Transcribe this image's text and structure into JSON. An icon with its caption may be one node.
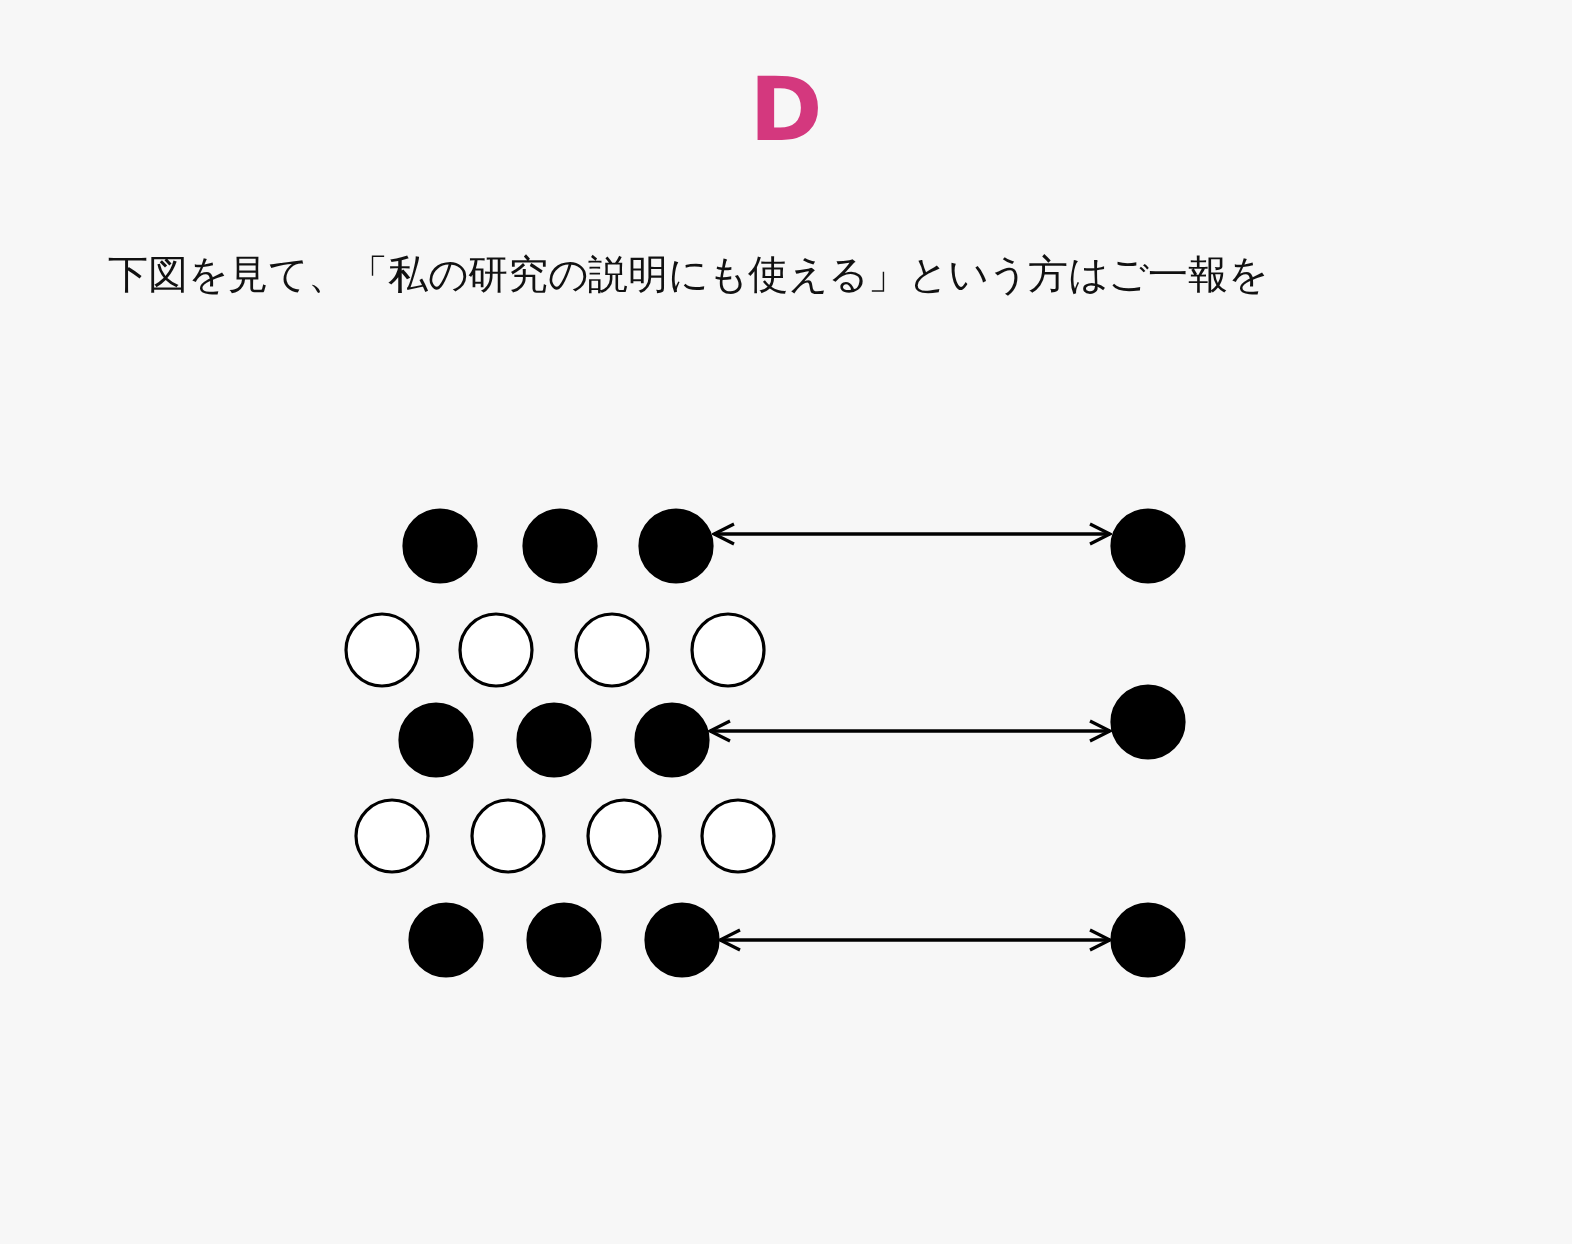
{
  "diagram": {
    "title": "D",
    "caption": "下図を見て、「**私の研究の説明にも使える**」という方はご一報を",
    "nodes": [
      {
        "text": [],
        "shape": "circle"
      },
      {
        "text": [],
        "shape": "circle"
      },
      {
        "text": [],
        "shape": "circle"
      },
      {
        "text": [],
        "shape": "circle"
      },
      {
        "text": [],
        "shape": "circle"
      },
      {
        "text": [],
        "shape": "circle"
      },
      {
        "text": [],
        "shape": "circle"
      },
      {
        "text": [],
        "shape": "circle"
      },
      {
        "text": [],
        "shape": "circle"
      },
      {
        "text": [],
        "shape": "circle"
      },
      {
        "text": [],
        "shape": "circle"
      },
      {
        "text": [],
        "shape": "circle"
      },
      {
        "text": [],
        "shape": "circle"
      },
      {
        "text": [],
        "shape": "circle"
      },
      {
        "text": [],
        "shape": "circle"
      },
      {
        "text": [],
        "shape": "circle"
      },
      {
        "text": [],
        "shape": "circle"
      },
      {
        "text": [],
        "shape": "circle"
      },
      {
        "text": [],
        "shape": "circle"
      },
      {
        "text": [],
        "shape": "circle"
      }
    ],
    "edges": [
      {
        "from": 2,
        "to": 3,
        "arrow": "both"
      },
      {
        "from": 10,
        "to": 11,
        "arrow": "both"
      },
      {
        "from": 18,
        "to": 19,
        "arrow": "both"
      }
    ]
  }
}
